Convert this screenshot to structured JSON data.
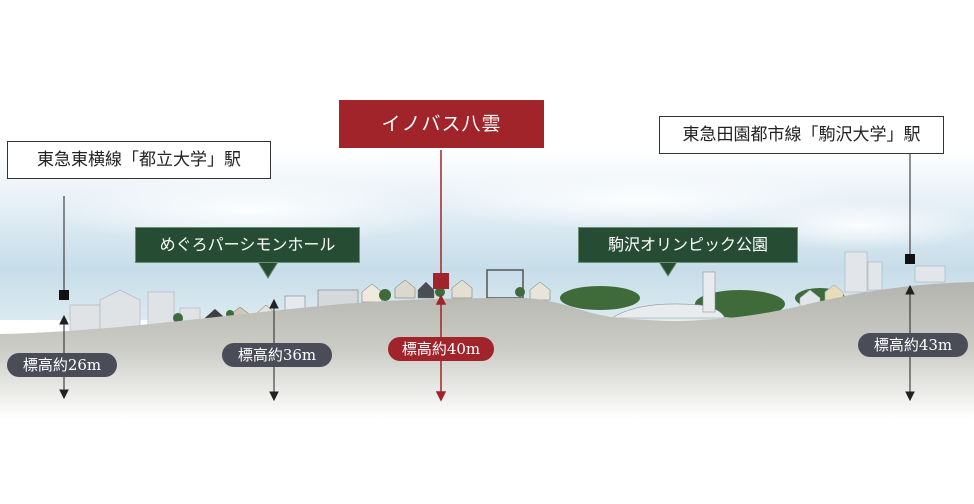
{
  "stations": {
    "left": "東急東横線「都立大学」駅",
    "right": "東急田園都市線「駒沢大学」駅"
  },
  "property": "イノバス八雲",
  "landmarks": {
    "hall": "めぐろパーシモンホール",
    "park": "駒沢オリンピック公園"
  },
  "elevations": {
    "left": "標高約26m",
    "hall": "標高約36m",
    "property": "標高約40m",
    "right": "標高約43m"
  },
  "colors": {
    "accent": "#a0242a",
    "green_tag": "#264d33",
    "elevation_badge": "#4a4c58"
  }
}
